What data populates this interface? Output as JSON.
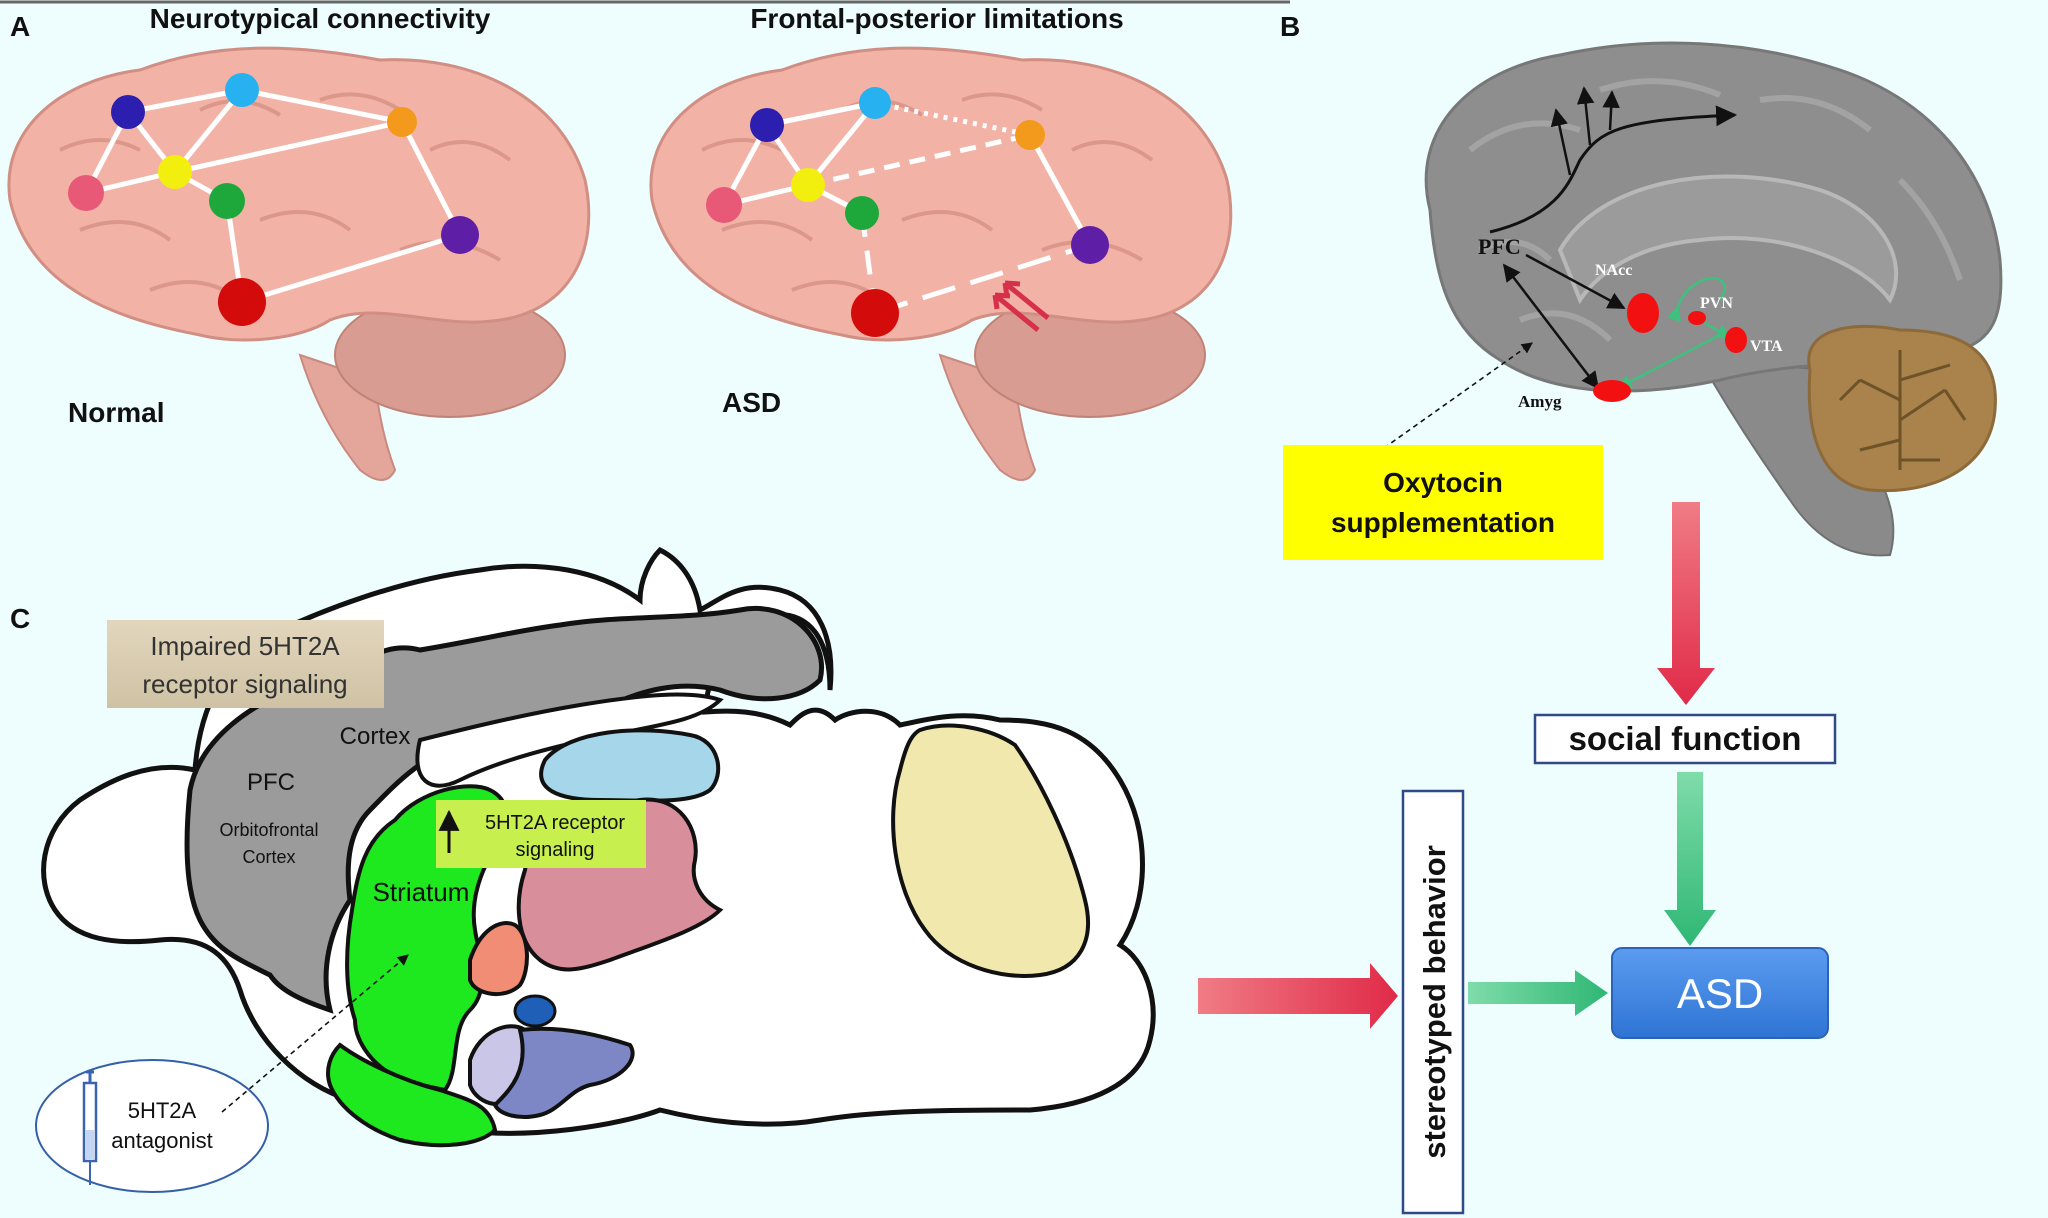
{
  "panel_a": {
    "letter": "A",
    "left_title": "Neurotypical connectivity",
    "right_title": "Frontal-posterior limitations",
    "left_label": "Normal",
    "right_label": "ASD"
  },
  "panel_b": {
    "letter": "B",
    "regions": {
      "pfc": "PFC",
      "nacc": "NAcc",
      "pvn": "PVN",
      "vta": "VTA",
      "amyg": "Amyg"
    },
    "oxytocin_line1": "Oxytocin",
    "oxytocin_line2": "supplementation"
  },
  "panel_c": {
    "letter": "C",
    "impaired_line1": "Impaired 5HT2A",
    "impaired_line2": "receptor signaling",
    "cortex": "Cortex",
    "pfc": "PFC",
    "orbito_line1": "Orbitofrontal",
    "orbito_line2": "Cortex",
    "receptor_line1": "5HT2A receptor",
    "receptor_line2": "signaling",
    "striatum": "Striatum",
    "antagonist_line1": "5HT2A",
    "antagonist_line2": "antagonist"
  },
  "flow": {
    "social_function": "social function",
    "stereotyped_behavior": "stereotyped behavior",
    "asd": "ASD"
  },
  "colors": {
    "background": "#eefdfd",
    "brain_pink": "#f0b0a4",
    "brain_gray": "#8e8e8e",
    "cerebellum_brown": "#a9824c",
    "striatum_green": "#1ee81e",
    "oxytocin_yellow": "#ffff00",
    "asd_blue": "#3f86e0",
    "arrow_red": "#e8415a",
    "arrow_green": "#3fc07e"
  }
}
